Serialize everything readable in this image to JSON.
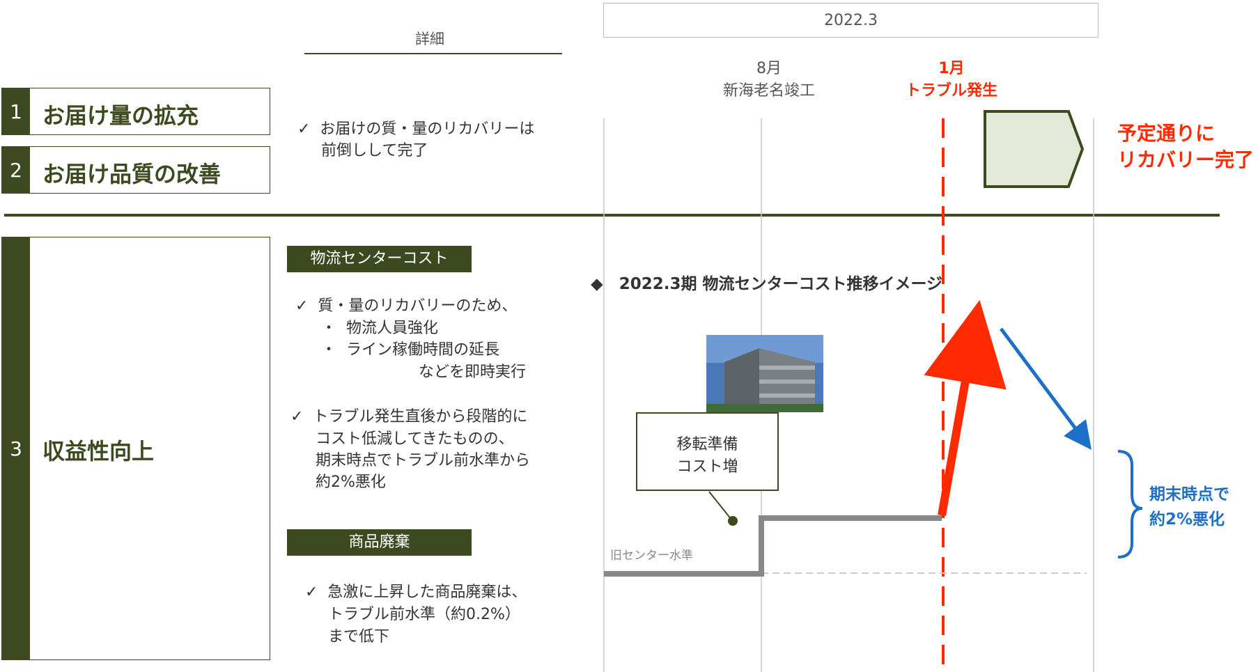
{
  "header": {
    "details_label": "詳細",
    "period_label": "2022.3"
  },
  "timeline": {
    "aug_month": "8月",
    "aug_event": "新海老名竣工",
    "jan_month": "1月",
    "jan_event": "トラブル発生",
    "result_line1": "予定通りに",
    "result_line2": "リカバリー完了"
  },
  "items": [
    {
      "num": "1",
      "label": "お届け量の拡充"
    },
    {
      "num": "2",
      "label": "お届け品質の改善"
    },
    {
      "num": "3",
      "label": "収益性向上"
    }
  ],
  "section1": {
    "bullet_line1": "✓  お届けの質・量のリカバリーは",
    "bullet_line2": "前倒しして完了"
  },
  "section3": {
    "tag_cost": "物流センターコスト",
    "cost_lines": [
      "✓  質・量のリカバリーのため、",
      "・  物流人員強化",
      "・  ライン稼働時間の延長",
      "などを即時実行"
    ],
    "trouble_lines": [
      "✓  トラブル発生直後から段階的に",
      "コスト低減してきたものの、",
      "期末時点でトラブル前水準から",
      "約2%悪化"
    ],
    "tag_waste": "商品廃棄",
    "waste_lines": [
      "✓  急激に上昇した商品廃棄は、",
      "トラブル前水準（約0.2%）",
      "まで低下"
    ]
  },
  "chart": {
    "title": "◆　2022.3期 物流センターコスト推移イメージ",
    "callout_line1": "移転準備",
    "callout_line2": "コスト増",
    "baseline_label": "旧センター水準",
    "end_line1": "期末時点で",
    "end_line2": "約2%悪化"
  },
  "colors": {
    "dark_green": "#3d4a1f",
    "light_green_fill": "#e3e9d7",
    "red": "#ff2a00",
    "blue": "#1e6fc8",
    "gray_line": "#888888"
  }
}
